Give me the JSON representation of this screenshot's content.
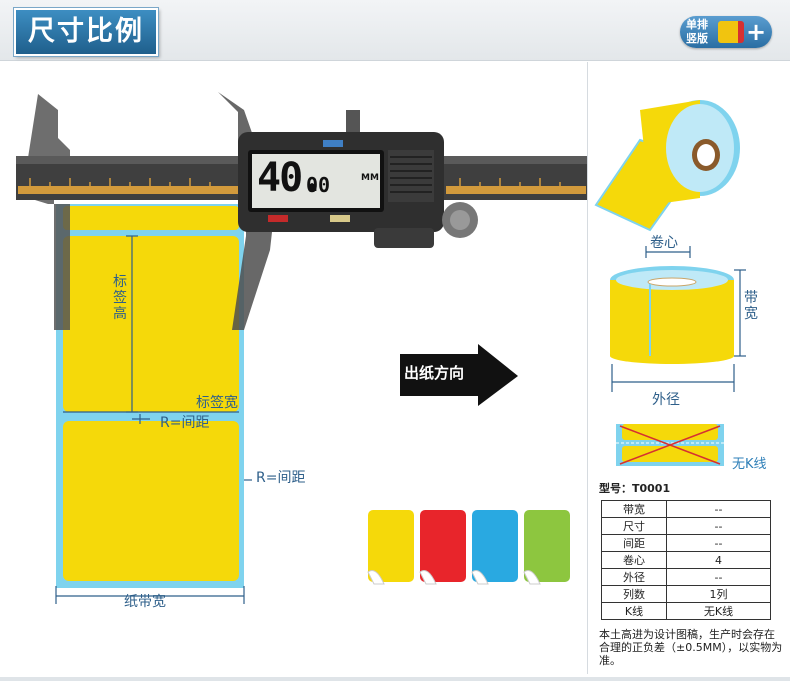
{
  "header": {
    "title": "尺寸比例",
    "mode_button": {
      "line1": "单排",
      "line2": "竖版",
      "plus": "+"
    }
  },
  "caliper": {
    "reading_int": "40.",
    "reading_dec": "00",
    "unit": "MM"
  },
  "labels": {
    "label_height": "标签高",
    "label_width": "标签宽",
    "gap_inner": "R=间距",
    "gap_side": "R=间距",
    "paper_width": "纸带宽",
    "feed_direction": "出纸方向",
    "core": "卷心",
    "tape_width": "带宽",
    "outer_diameter": "外径",
    "no_k_line": "无K线"
  },
  "colors": {
    "label_yellow": "#f5d90a",
    "liner_blue": "#7fd3ee",
    "swatches": [
      "#f5d90a",
      "#e8252b",
      "#29a9e1",
      "#8dc63f"
    ]
  },
  "spec": {
    "model_label": "型号：T0001",
    "rows": [
      {
        "name": "带宽",
        "value": "--"
      },
      {
        "name": "尺寸",
        "value": "--"
      },
      {
        "name": "间距",
        "value": "--"
      },
      {
        "name": "卷心",
        "value": "4"
      },
      {
        "name": "外径",
        "value": "--"
      },
      {
        "name": "列数",
        "value": "1列"
      },
      {
        "name": "K线",
        "value": "无K线"
      }
    ],
    "note": "本土高进为设计图稿，生产时会存在合理的正负差（±0.5MM），以实物为准。"
  }
}
